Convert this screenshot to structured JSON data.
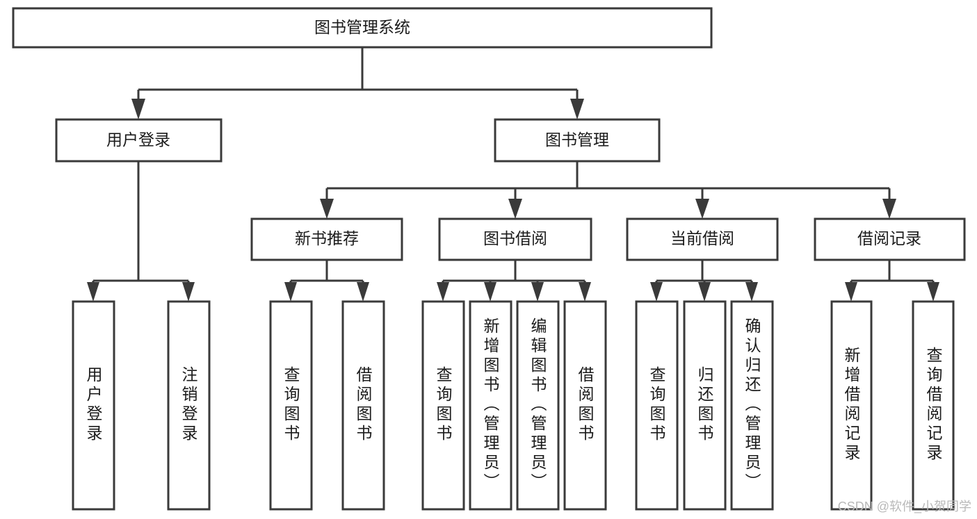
{
  "diagram": {
    "type": "tree-hierarchy",
    "title": "图书管理系统",
    "watermark": "CSDN @软件_小贺同学",
    "colors": {
      "stroke": "#3a3a3a",
      "fill": "#ffffff",
      "text": "#1b1b1b",
      "watermark": "#b9b9b9",
      "background": "#ffffff"
    },
    "levels": {
      "root": {
        "label": "图书管理系统"
      },
      "level1": [
        {
          "id": "user-login",
          "label": "用户登录"
        },
        {
          "id": "book-management",
          "label": "图书管理"
        }
      ],
      "level2": [
        {
          "id": "new-book-recommend",
          "label": "新书推荐",
          "parent": "book-management"
        },
        {
          "id": "book-borrow",
          "label": "图书借阅",
          "parent": "book-management"
        },
        {
          "id": "current-borrow",
          "label": "当前借阅",
          "parent": "book-management"
        },
        {
          "id": "borrow-record",
          "label": "借阅记录",
          "parent": "book-management"
        }
      ],
      "leaves": [
        {
          "id": "leaf-user-login",
          "label": "用户登录",
          "parent": "user-login"
        },
        {
          "id": "leaf-logout-login",
          "label": "注销登录",
          "parent": "user-login"
        },
        {
          "id": "leaf-query-book-1",
          "label": "查询图书",
          "parent": "new-book-recommend"
        },
        {
          "id": "leaf-borrow-book-1",
          "label": "借阅图书",
          "parent": "new-book-recommend"
        },
        {
          "id": "leaf-query-book-2",
          "label": "查询图书",
          "parent": "book-borrow"
        },
        {
          "id": "leaf-add-book",
          "label": "新增图书（管理员）",
          "parent": "book-borrow"
        },
        {
          "id": "leaf-edit-book",
          "label": "编辑图书（管理员）",
          "parent": "book-borrow"
        },
        {
          "id": "leaf-borrow-book-2",
          "label": "借阅图书",
          "parent": "book-borrow"
        },
        {
          "id": "leaf-query-book-3",
          "label": "查询图书",
          "parent": "current-borrow"
        },
        {
          "id": "leaf-return-book",
          "label": "归还图书",
          "parent": "current-borrow"
        },
        {
          "id": "leaf-confirm-return",
          "label": "确认归还（管理员）",
          "parent": "current-borrow"
        },
        {
          "id": "leaf-add-record",
          "label": "新增借阅记录",
          "parent": "borrow-record"
        },
        {
          "id": "leaf-query-record",
          "label": "查询借阅记录",
          "parent": "borrow-record"
        }
      ]
    }
  }
}
